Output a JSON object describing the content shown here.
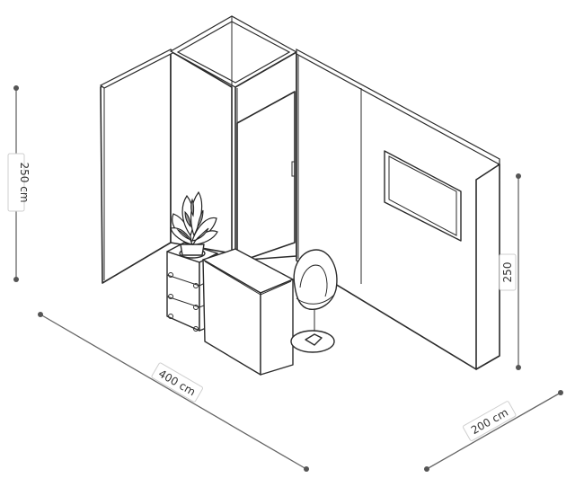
{
  "dimensions": {
    "height_left": "250 cm",
    "height_right": "250",
    "length": "400 cm",
    "depth": "200 cm"
  },
  "objects": {
    "walls": "wall-panels",
    "door": "door",
    "screen": "wall-screen",
    "counter": "reception-counter",
    "shelf": "cube-shelf",
    "plant": "potted-plant",
    "chair": "egg-chair"
  }
}
